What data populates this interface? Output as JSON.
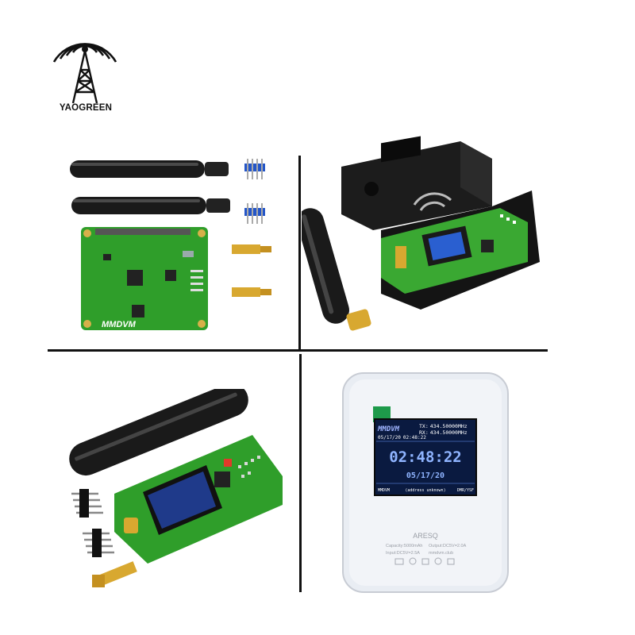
{
  "brand": {
    "name": "YAOGREEN",
    "logo_icon": "radio-tower-icon"
  },
  "panels": {
    "top_left": {
      "icon": "mmdvm-hat-kit-photo",
      "board_label": "MMDVM"
    },
    "top_right": {
      "icon": "hotspot-in-metal-case-photo"
    },
    "bottom_left": {
      "icon": "hotspot-board-with-antenna-photo"
    },
    "bottom_right": {
      "icon": "battery-case-hotspot-photo",
      "screen": {
        "brand": "MMDVM",
        "freq_tx_label": "TX:",
        "freq_tx": "434.50000MHz",
        "freq_rx_label": "RX:",
        "freq_rx": "434.50000MHz",
        "date_small": "05/17/20",
        "time_small": "02:48:22",
        "time": "02:48:22",
        "date": "05/17/20",
        "footer_left": "MMDVM",
        "footer_mid": "(address unknown)",
        "footer_right": "DMR/YSF"
      },
      "case": {
        "brand": "ARESQ",
        "spec_capacity": "Capacity:5000mAh",
        "spec_output": "Output:DC5V=2.0A",
        "spec_input": "Input:DC5V=2.5A",
        "spec_site": "mmdvm.club"
      }
    }
  },
  "colors": {
    "pcb_green": "#2f9e2a",
    "antenna_black": "#1a1a1a",
    "oled_blue": "#2a5fd0",
    "screen_bg": "#0a1a40",
    "case_white": "#e9edf3"
  }
}
